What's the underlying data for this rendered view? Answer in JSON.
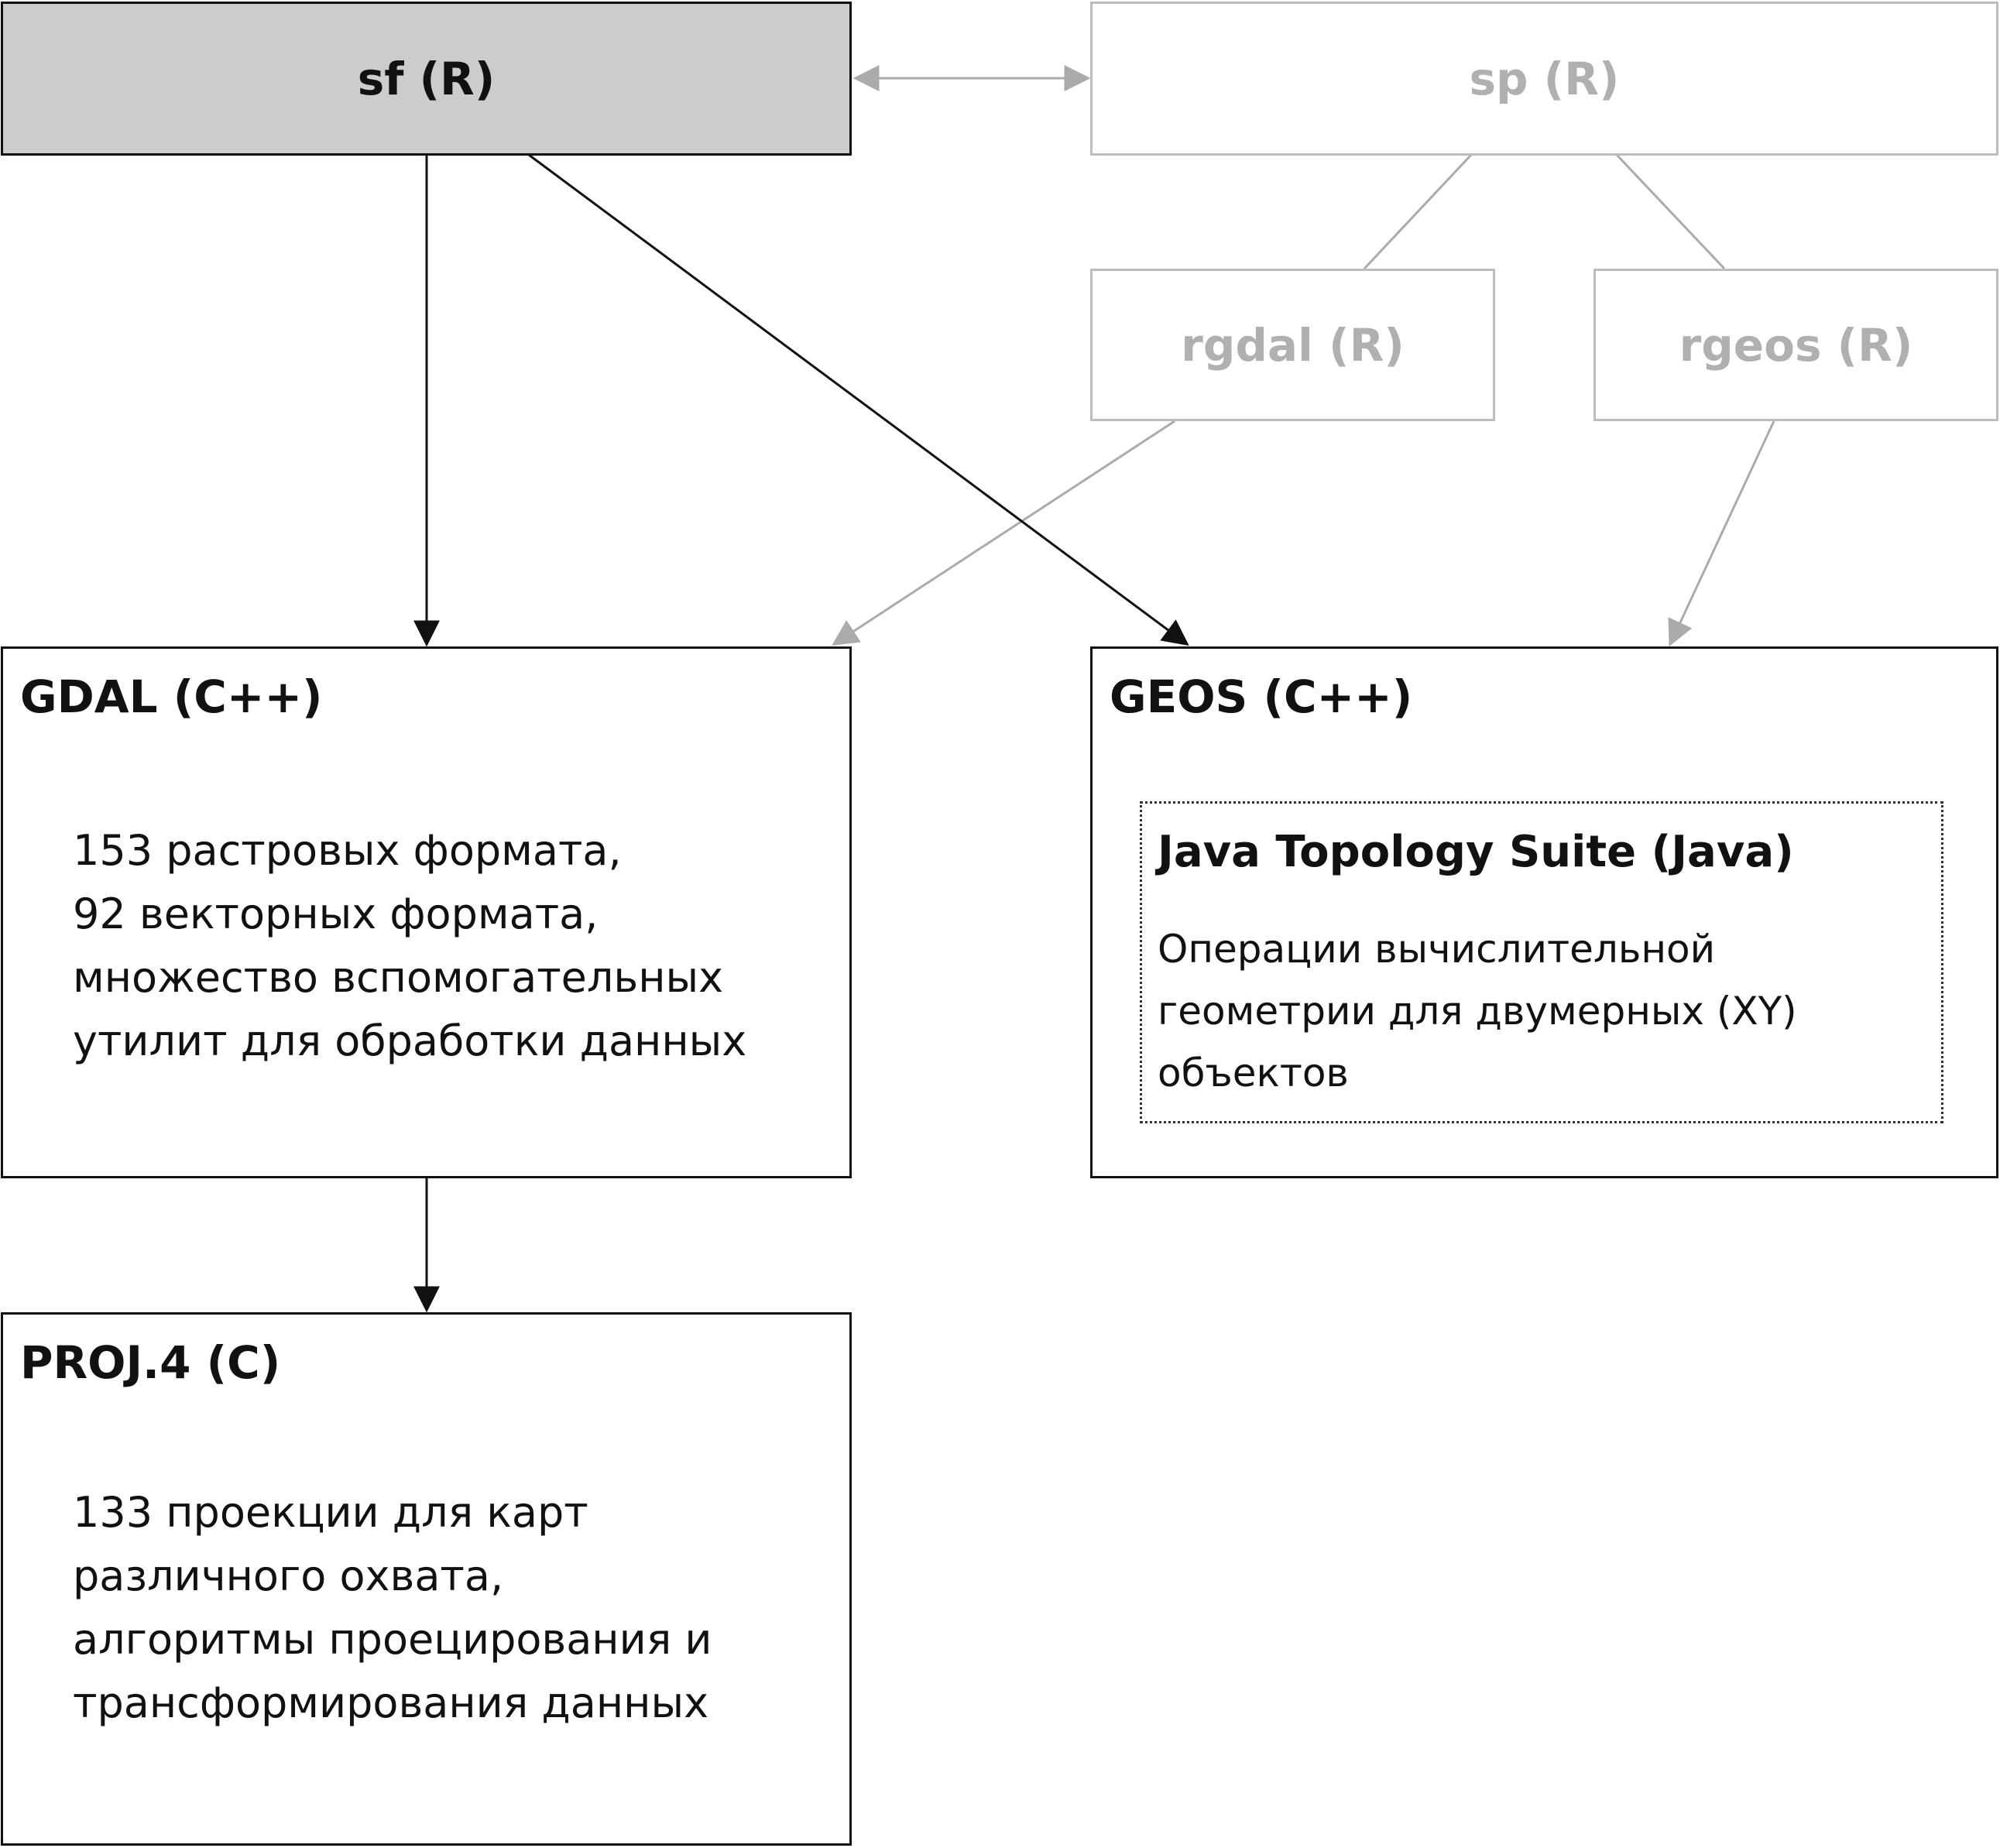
{
  "nodes": {
    "sf": {
      "title": "sf (R)"
    },
    "sp": {
      "title": "sp (R)"
    },
    "rgdal": {
      "title": "rgdal (R)"
    },
    "rgeos": {
      "title": "rgeos (R)"
    },
    "gdal": {
      "title": "GDAL (C++)",
      "lines": [
        "153 растровых формата,",
        "92 векторных формата,",
        "множество вспомогательных",
        "утилит для обработки данных"
      ]
    },
    "geos": {
      "title": "GEOS (C++)",
      "inner": {
        "title": "Java Topology Suite (Java)",
        "lines": [
          "Операции вычислительной",
          "геометрии для двумерных (XY)",
          "объектов"
        ]
      }
    },
    "proj": {
      "title": "PROJ.4 (C)",
      "lines": [
        "133 проекции для карт",
        "различного охвата,",
        "алгоритмы проецирования и",
        "трансформирования данных"
      ]
    }
  },
  "colors": {
    "active": "#111111",
    "inactive": "#b0b0b0",
    "sf_fill": "#cccccc"
  }
}
